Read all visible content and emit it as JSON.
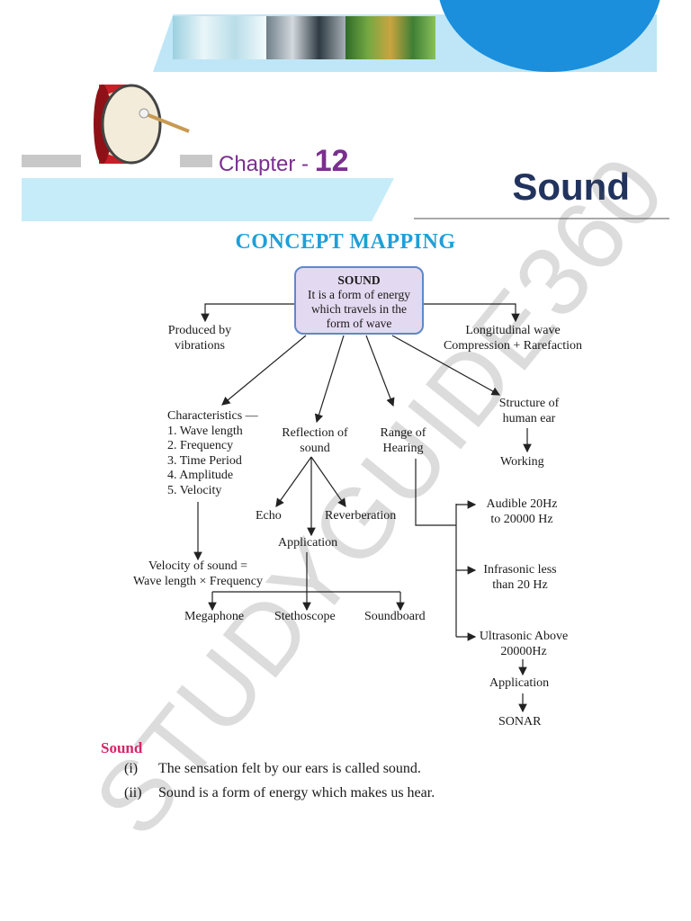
{
  "header": {
    "chapter_label": "Chapter -",
    "chapter_number": "12",
    "title": "Sound"
  },
  "watermark": "STUDYGUIDE360",
  "concept_map": {
    "heading": "CONCEPT MAPPING",
    "root": {
      "title": "SOUND",
      "lines": [
        "It is a form of energy",
        "which travels in the",
        "form of wave"
      ]
    },
    "produced": [
      "Produced by",
      "vibrations"
    ],
    "longitudinal": [
      "Longitudinal wave",
      "Compression + Rarefaction"
    ],
    "characteristics": [
      "Characteristics —",
      "1. Wave length",
      "2. Frequency",
      "3. Time Period",
      "4. Amplitude",
      "5. Velocity"
    ],
    "velocity": [
      "Velocity of sound =",
      "Wave length × Frequency"
    ],
    "reflection": [
      "Reflection of",
      "sound"
    ],
    "echo": "Echo",
    "reverberation": "Reverberation",
    "application": "Application",
    "megaphone": "Megaphone",
    "stethoscope": "Stethoscope",
    "soundboard": "Soundboard",
    "range": [
      "Range of",
      "Hearing"
    ],
    "audible": [
      "Audible 20Hz",
      "to 20000 Hz"
    ],
    "infrasonic": [
      "Infrasonic less",
      "than 20 Hz"
    ],
    "ultrasonic": [
      "Ultrasonic Above",
      "20000Hz"
    ],
    "ultra_application": "Application",
    "sonar": "SONAR",
    "ear": [
      "Structure of",
      "human ear"
    ],
    "working": "Working"
  },
  "section": {
    "heading": "Sound",
    "items": [
      {
        "num": "(i)",
        "text": "The sensation felt by our ears is called sound."
      },
      {
        "num": "(ii)",
        "text": "Sound is a form of energy which makes us hear."
      }
    ]
  },
  "colors": {
    "accent_cyan": "#1f9fd8",
    "chapter_purple": "#7a2f8f",
    "title_navy": "#21335e",
    "section_pink": "#d4266a",
    "node_fill": "#e3d9f0",
    "node_border": "#5f88c6"
  }
}
